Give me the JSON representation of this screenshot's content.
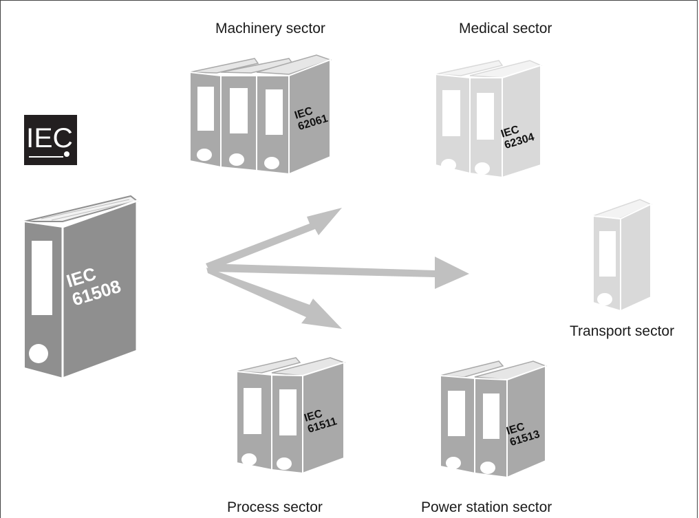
{
  "logo": {
    "text": "IEC"
  },
  "main_standard": {
    "line1": "IEC",
    "line2": "61508"
  },
  "sectors": {
    "machinery": {
      "label": "Machinery sector",
      "code_line1": "IEC",
      "code_line2": "62061"
    },
    "medical": {
      "label": "Medical sector",
      "code_line1": "IEC",
      "code_line2": "62304"
    },
    "transport": {
      "label": "Transport sector"
    },
    "process": {
      "label": "Process sector",
      "code_line1": "IEC",
      "code_line2": "61511"
    },
    "power_station": {
      "label": "Power station sector",
      "code_line1": "IEC",
      "code_line2": "61513"
    }
  },
  "colors": {
    "main_book": "#8f8f8f",
    "sector_book": "#a9a9a9",
    "light_book": "#d9d9d9",
    "arrow": "#c0c0c0",
    "logo_bg": "#231f20"
  }
}
